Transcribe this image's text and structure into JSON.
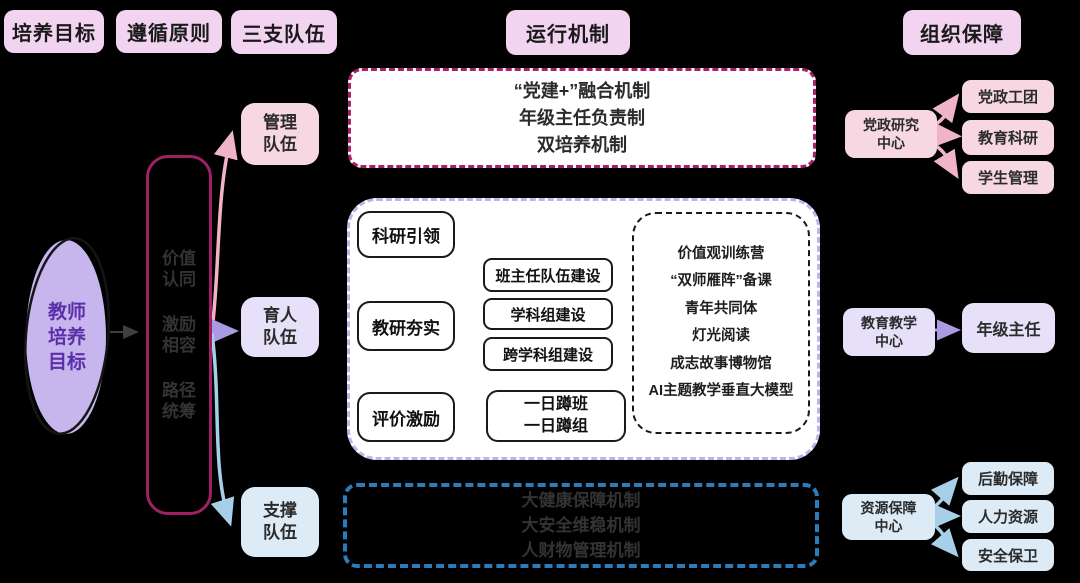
{
  "headers": {
    "target": "培养目标",
    "principles": "遵循原则",
    "teams": "三支队伍",
    "mechanism": "运行机制",
    "support": "组织保障"
  },
  "goal": {
    "label": "教师\n培养\n目标"
  },
  "principles_bar": {
    "item1": "价值\n认同",
    "item2": "激励\n相容",
    "item3": "路径\n统筹"
  },
  "teams": {
    "management": "管理\n队伍",
    "education": "育人\n队伍",
    "support": "支撑\n队伍"
  },
  "party_mechanism": {
    "lines": "“党建+”融合机制\n年级主任负责制\n双培养机制"
  },
  "flow": {
    "step1": "科研引领",
    "step2": "教研夯实",
    "step3": "评价激励",
    "branch1": "班主任队伍建设",
    "branch2": "学科组建设",
    "branch3": "跨学科组建设",
    "result": "一日蹲班\n一日蹲组",
    "programs": "价值观训练营\n“双师雁阵”备课\n青年共同体\n灯光阅读\n成志故事博物馆\nAI主题教学垂直大模型"
  },
  "support_mechanism": {
    "lines": "大健康保障机制\n大安全维稳机制\n人财物管理机制"
  },
  "org": {
    "party_center": "党政研究\n中心",
    "party_items": [
      "党政工团",
      "教育科研",
      "学生管理"
    ],
    "edu_center": "教育教学\n中心",
    "edu_item": "年级主任",
    "resource_center": "资源保障\n中心",
    "resource_items": [
      "后勤保障",
      "人力资源",
      "安全保卫"
    ]
  },
  "colors": {
    "background": "#000000",
    "header_fill": "#f2d4f0",
    "pink_fill": "#f7d8e2",
    "purple_fill": "#e6e0f8",
    "blue_fill": "#dcebf6",
    "bar_border": "#a02065",
    "top_mech_border": "#a82066",
    "big_box_border": "#c0b2ee",
    "bottom_mech_border": "#2b7cba",
    "ellipse_fill": "#c7b5ee",
    "goal_text": "#5b2fa8",
    "arrow_pink": "#f0b4c8",
    "arrow_purple": "#a99ae2",
    "arrow_blue": "#a8cfe8"
  }
}
